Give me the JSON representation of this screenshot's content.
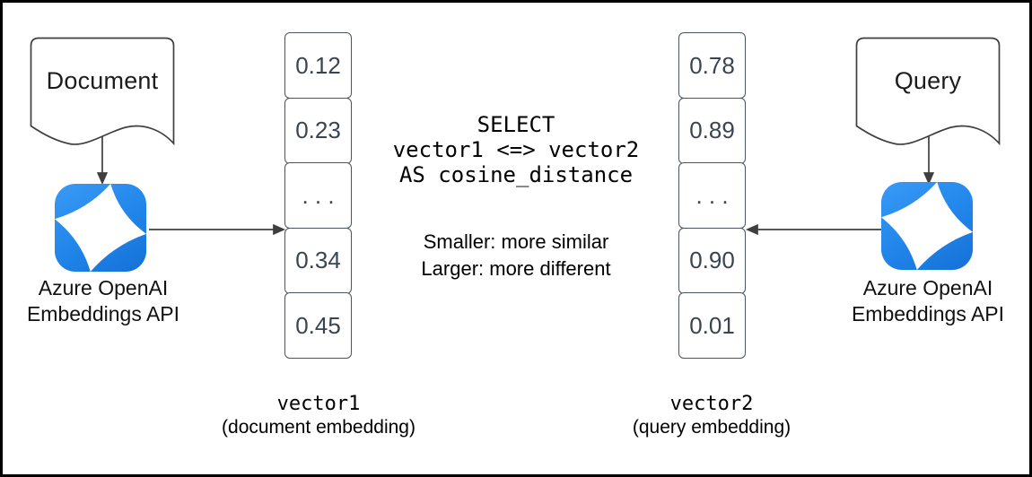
{
  "left": {
    "document": "Document",
    "api": {
      "line1": "Azure OpenAI",
      "line2": "Embeddings API"
    },
    "vector": {
      "cells": [
        "0.12",
        "0.23",
        ". . .",
        "0.34",
        "0.45"
      ],
      "name": "vector1",
      "caption": "(document embedding)"
    }
  },
  "right": {
    "document": "Query",
    "api": {
      "line1": "Azure OpenAI",
      "line2": "Embeddings API"
    },
    "vector": {
      "cells": [
        "0.78",
        "0.89",
        ". . .",
        "0.90",
        "0.01"
      ],
      "name": "vector2",
      "caption": "(query embedding)"
    }
  },
  "center": {
    "sql": {
      "line1": "SELECT",
      "line2": "vector1 <=> vector2",
      "line3": "AS cosine_distance"
    },
    "notes": {
      "line1": "Smaller: more similar",
      "line2": "Larger: more different"
    }
  },
  "icons": {
    "azure_openai": "azure-openai-sparkle-icon",
    "document_shape": "flowchart-document-shape"
  },
  "colors": {
    "azure_blue_top": "#3A9AF5",
    "azure_blue_bottom": "#1470D8",
    "outline": "#3F3F3F",
    "cell_border": "#4A545E",
    "cell_text": "#3A4450",
    "frame": "#000000",
    "background": "#FFFFFF"
  }
}
